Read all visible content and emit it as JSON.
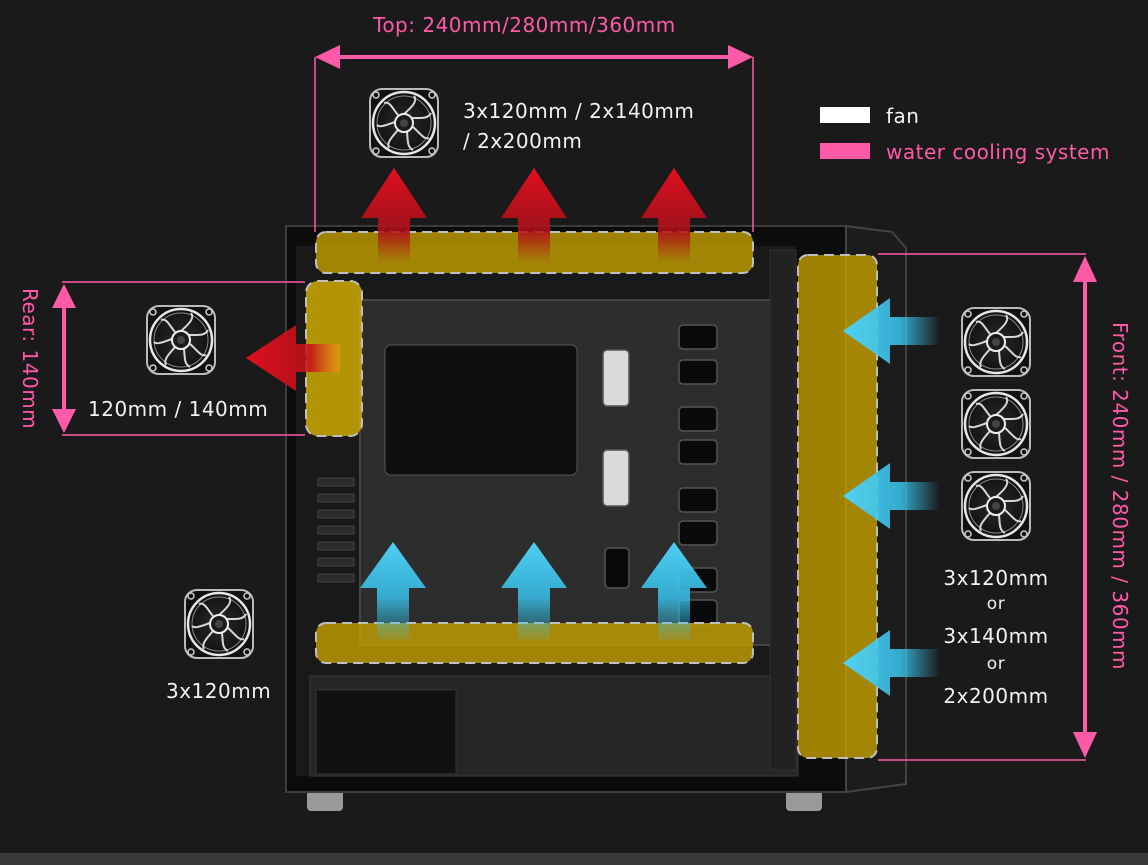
{
  "dimensions": {
    "top": "Top: 240mm/280mm/360mm",
    "rear": "Rear: 140mm",
    "front": "Front: 240mm / 280mm / 360mm"
  },
  "fan_specs": {
    "top": [
      "3x120mm / 2x140mm",
      "/ 2x200mm"
    ],
    "rear": "120mm / 140mm",
    "bottom": "3x120mm",
    "front": [
      "3x120mm",
      "or",
      "3x140mm",
      "or",
      "2x200mm"
    ]
  },
  "legend": {
    "fan": {
      "label": "fan",
      "color": "#ffffff"
    },
    "water": {
      "label": "water cooling system",
      "color": "#ff5aa8"
    }
  },
  "colors": {
    "dimension_line": "#ff5aa8",
    "radiator_zone": "#c9a400",
    "exhaust_arrow": "#d1101a",
    "intake_arrow": "#38c3ec",
    "background": "#1a1a1a"
  }
}
